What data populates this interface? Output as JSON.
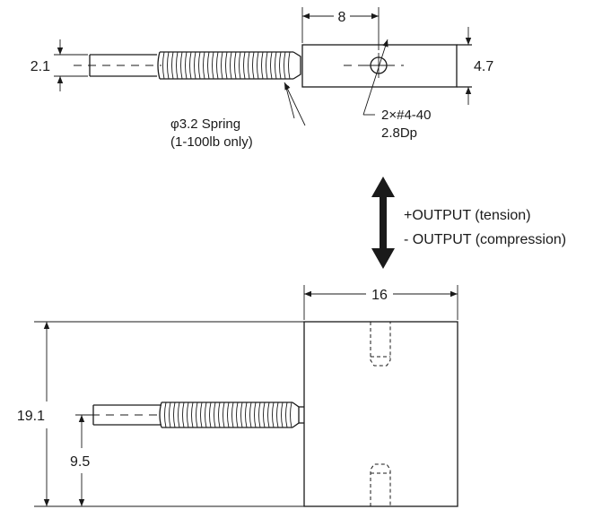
{
  "top_view": {
    "dim_width": "8",
    "dim_cable_dia": "2.1",
    "dim_body_height": "4.7",
    "spring_note_line1": "φ3.2 Spring",
    "spring_note_line2": "(1-100lb only)",
    "hole_note_line1": "2×#4-40",
    "hole_note_line2": "2.8Dp"
  },
  "direction": {
    "line1": "+OUTPUT (tension)",
    "line2": "- OUTPUT (compression)"
  },
  "side_view": {
    "dim_width": "16",
    "dim_height": "19.1",
    "dim_cable_height": "9.5"
  }
}
